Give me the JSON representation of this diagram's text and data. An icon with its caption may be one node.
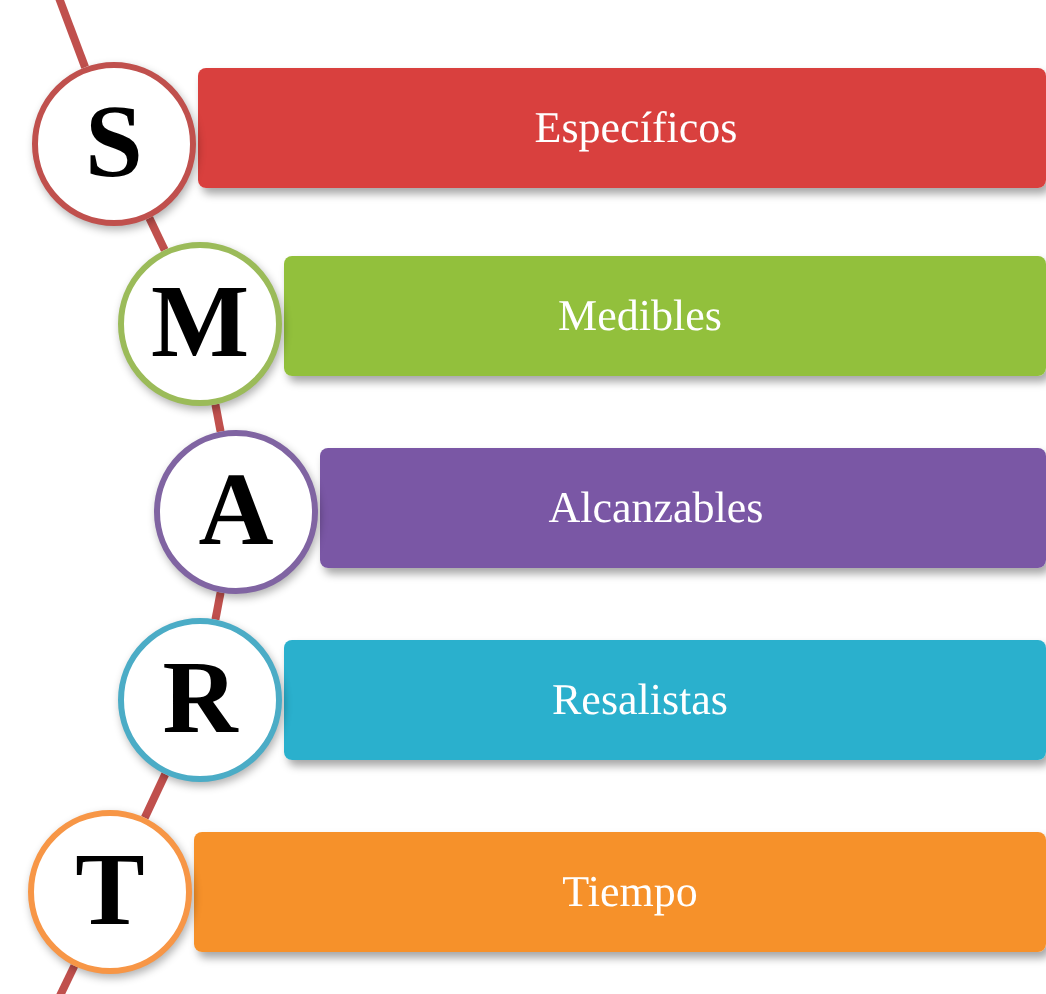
{
  "diagram": {
    "nodes": [
      {
        "text": [
          "S"
        ]
      },
      {
        "text": [
          "Específicos"
        ]
      },
      {
        "text": [
          "M"
        ]
      },
      {
        "text": [
          "Medibles"
        ]
      },
      {
        "text": [
          "A"
        ]
      },
      {
        "text": [
          "Alcanzables"
        ]
      },
      {
        "text": [
          "R"
        ]
      },
      {
        "text": [
          "Resalistas"
        ]
      },
      {
        "text": [
          "T"
        ]
      },
      {
        "text": [
          "Tiempo"
        ]
      }
    ],
    "edges": [
      {
        "from": null,
        "to": 0,
        "arrow": "none"
      },
      {
        "from": 0,
        "to": 2,
        "arrow": "none"
      },
      {
        "from": 2,
        "to": 4,
        "arrow": "none"
      },
      {
        "from": 4,
        "to": 6,
        "arrow": "none"
      },
      {
        "from": 6,
        "to": 8,
        "arrow": "none"
      },
      {
        "from": 8,
        "to": null,
        "arrow": "none"
      }
    ]
  }
}
